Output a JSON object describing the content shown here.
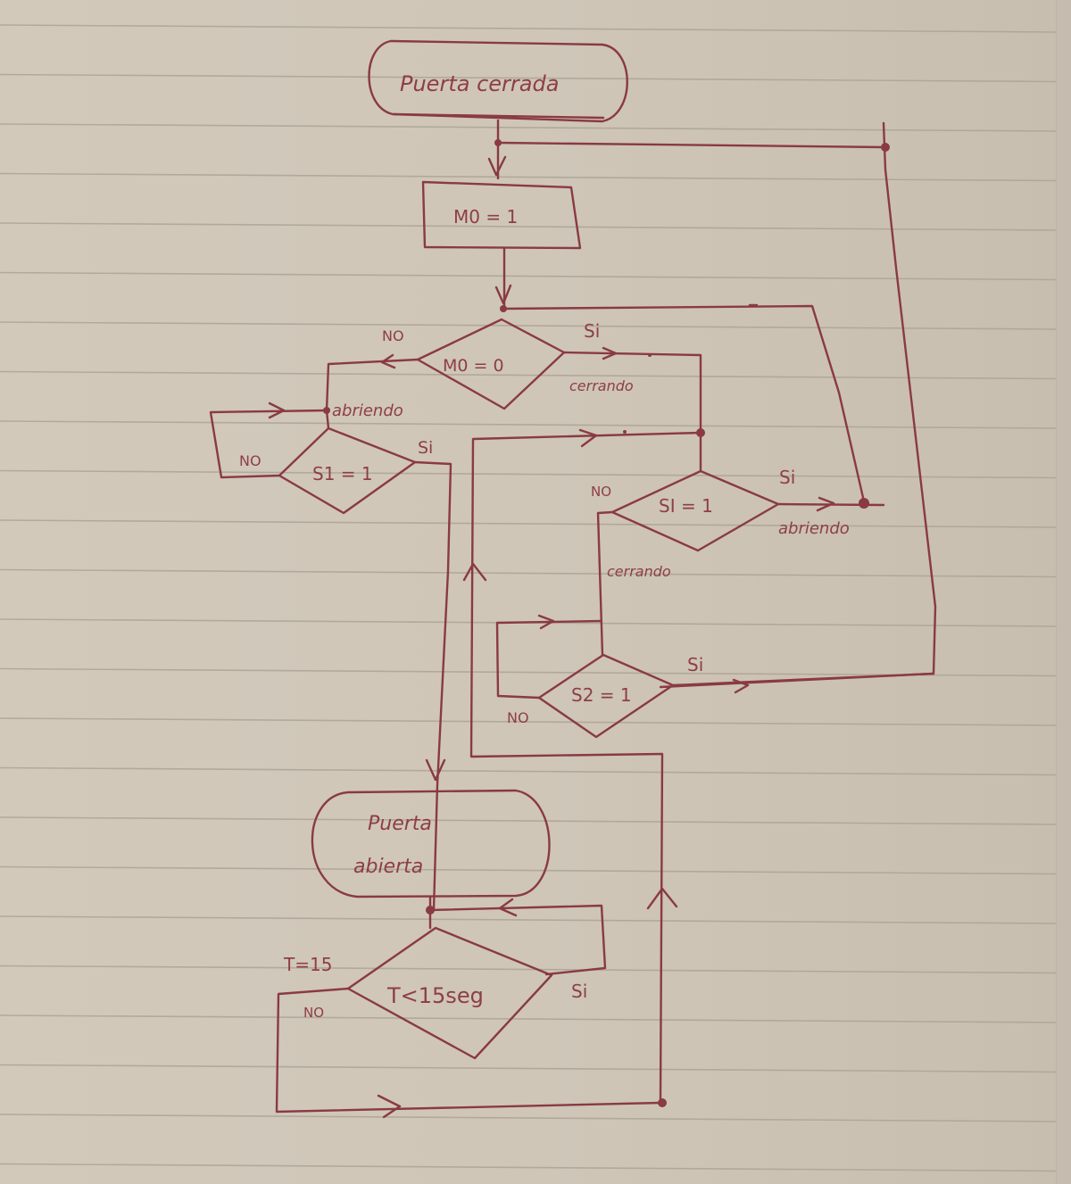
{
  "diagram": {
    "title": "Flowchart puerta",
    "ink_color": "#8a3a42",
    "paper_color": "#cfc6b8",
    "nodes": {
      "start": {
        "label": "Puerta cerrada",
        "shape": "terminal"
      },
      "process_m0": {
        "label": "M0 = 1",
        "shape": "process"
      },
      "decision_m0": {
        "label": "M0 = 0",
        "shape": "decision"
      },
      "decision_s1": {
        "label": "S1 = 1",
        "shape": "decision"
      },
      "decision_si": {
        "label": "SI = 1",
        "shape": "decision"
      },
      "decision_s2": {
        "label": "S2 = 1",
        "shape": "decision"
      },
      "open": {
        "label_line1": "Puerta",
        "label_line2": "abierta",
        "shape": "terminal"
      },
      "decision_t": {
        "label": "T<15seg",
        "shape": "decision"
      }
    },
    "edge_labels": {
      "m0_no": "NO",
      "m0_si": "Si",
      "m0_no_state": "abriendo",
      "m0_si_state": "cerrando",
      "s1_no": "NO",
      "s1_si": "Si",
      "si_no": "NO",
      "si_si": "Si",
      "si_si_state": "abriendo",
      "si_no_state": "cerrando",
      "s2_si": "Si",
      "s2_no": "NO",
      "t_eq": "T=15",
      "t_no": "NO",
      "t_si": "Si"
    }
  }
}
